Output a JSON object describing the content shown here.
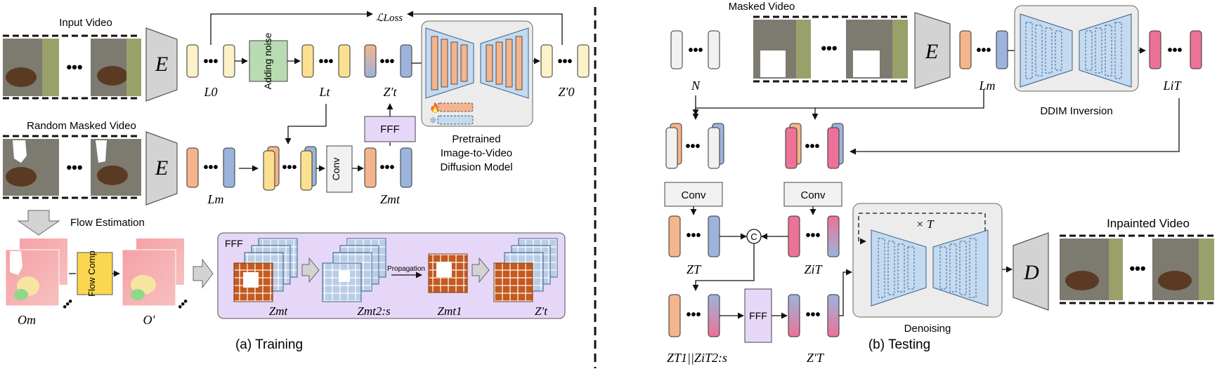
{
  "training": {
    "input_video_label": "Input Video",
    "random_masked_label": "Random Masked Video",
    "flow_estimation_label": "Flow Estimation",
    "encoder_label": "E",
    "adding_noise_label": "Adding noise",
    "loss_label": "ℒLoss",
    "L0": "L0",
    "Lt": "Lt",
    "Lm": "Lm",
    "Zt_prime": "Z′t",
    "Z0_prime": "Z′0",
    "Ztm": "Zmt",
    "fff_label": "FFF",
    "conv_label": "Conv",
    "pretrained_label_1": "Pretrained",
    "pretrained_label_2": "Image-to-Video",
    "pretrained_label_3": "Diffusion Model",
    "flow_comp_label": "Flow Comp",
    "Om": "Om",
    "O_prime": "O′",
    "fff_box_title": "FFF",
    "fff_Ztm": "Zmt",
    "fff_Zt2s": "Zmt2:s",
    "propagation_label": "Propagation",
    "fff_Zt1": "Zmt1",
    "fff_Zt_prime": "Z′t",
    "caption": "(a) Training"
  },
  "testing": {
    "masked_video_label": "Masked Video",
    "encoder_label": "E",
    "N": "N",
    "Lm": "Lm",
    "LTi": "LiT",
    "ddim_label": "DDIM Inversion",
    "conv1_label": "Conv",
    "conv2_label": "Conv",
    "concat_label": "C",
    "ZT": "ZT",
    "ZTi": "ZiT",
    "times_T": "× T",
    "denoising_label": "Denoising",
    "fff_label": "FFF",
    "ZT1_concat": "ZT1||ZiT2:s",
    "ZT_prime": "Z′T",
    "decoder_label": "D",
    "inpainted_label": "Inpainted Video",
    "caption": "(b) Testing"
  },
  "colors": {
    "cream": "#fdf1c8",
    "yellow": "#fbe08f",
    "orange": "#f4b48c",
    "blue": "#9cb4dc",
    "pink": "#ec7298",
    "white_latent": "#f1f1f1",
    "grey_block": "#d6d6d6",
    "green": "#b9dbb1",
    "lavender": "#e6d7f8",
    "unet_blue": "#c4daf0",
    "panel_bg": "#ececec"
  }
}
